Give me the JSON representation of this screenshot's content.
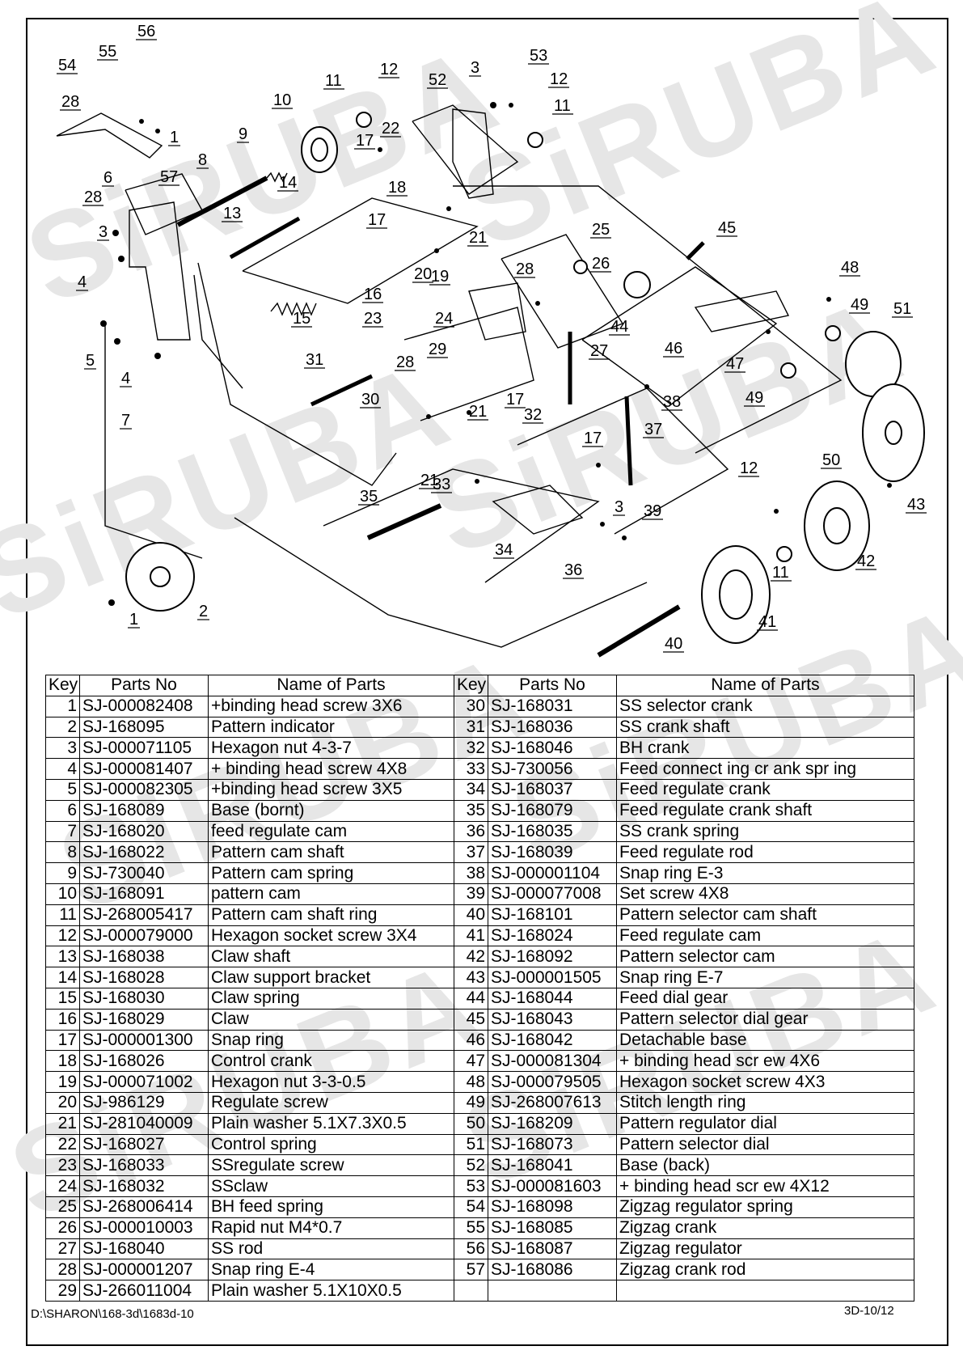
{
  "brand_watermark": "SiRUBA",
  "callouts": [
    "56",
    "54",
    "55",
    "28",
    "1",
    "57",
    "12",
    "11",
    "10",
    "9",
    "8",
    "17",
    "22",
    "3",
    "53",
    "52",
    "12",
    "11",
    "6",
    "28",
    "3",
    "14",
    "13",
    "18",
    "17",
    "21",
    "25",
    "26",
    "45",
    "48",
    "49",
    "51",
    "19",
    "20",
    "16",
    "15",
    "23",
    "24",
    "28",
    "4",
    "5",
    "4",
    "7",
    "44",
    "27",
    "46",
    "47",
    "49",
    "31",
    "28",
    "29",
    "30",
    "17",
    "21",
    "32",
    "38",
    "37",
    "50",
    "35",
    "21",
    "33",
    "17",
    "12",
    "43",
    "3",
    "39",
    "34",
    "36",
    "11",
    "42",
    "2",
    "1",
    "41",
    "40"
  ],
  "table": {
    "headers": [
      "Key",
      "Parts No",
      "Name of Parts",
      "Key",
      "Parts No",
      "Name of Parts"
    ],
    "rows": [
      {
        "lk": "1",
        "lp": "SJ-000082408",
        "ln": "+binding head screw 3X6",
        "rk": "30",
        "rp": "SJ-168031",
        "rn": "SS selector crank"
      },
      {
        "lk": "2",
        "lp": "SJ-168095",
        "ln": "Pattern indicator",
        "rk": "31",
        "rp": "SJ-168036",
        "rn": "SS crank shaft"
      },
      {
        "lk": "3",
        "lp": "SJ-000071105",
        "ln": "Hexagon nut 4-3-7",
        "rk": "32",
        "rp": "SJ-168046",
        "rn": "BH crank"
      },
      {
        "lk": "4",
        "lp": "SJ-000081407",
        "ln": "+ binding head screw 4X8",
        "rk": "33",
        "rp": "SJ-730056",
        "rn": "Feed connect ing cr ank spr ing"
      },
      {
        "lk": "5",
        "lp": "SJ-000082305",
        "ln": "+binding head screw 3X5",
        "rk": "34",
        "rp": "SJ-168037",
        "rn": "Feed regulate crank"
      },
      {
        "lk": "6",
        "lp": "SJ-168089",
        "ln": "Base (bornt)",
        "rk": "35",
        "rp": "SJ-168079",
        "rn": "Feed regulate crank shaft"
      },
      {
        "lk": "7",
        "lp": "SJ-168020",
        "ln": "feed regulate cam",
        "rk": "36",
        "rp": "SJ-168035",
        "rn": "SS crank spring"
      },
      {
        "lk": "8",
        "lp": "SJ-168022",
        "ln": "Pattern cam shaft",
        "rk": "37",
        "rp": "SJ-168039",
        "rn": "Feed regulate rod"
      },
      {
        "lk": "9",
        "lp": "SJ-730040",
        "ln": "Pattern cam spring",
        "rk": "38",
        "rp": "SJ-000001104",
        "rn": "Snap ring E-3"
      },
      {
        "lk": "10",
        "lp": "SJ-168091",
        "ln": "pattern cam",
        "rk": "39",
        "rp": "SJ-000077008",
        "rn": "Set screw 4X8"
      },
      {
        "lk": "11",
        "lp": "SJ-268005417",
        "ln": "Pattern cam shaft ring",
        "rk": "40",
        "rp": "SJ-168101",
        "rn": "Pattern selector cam shaft"
      },
      {
        "lk": "12",
        "lp": "SJ-000079000",
        "ln": "Hexagon socket screw 3X4",
        "rk": "41",
        "rp": "SJ-168024",
        "rn": "Feed regulate cam"
      },
      {
        "lk": "13",
        "lp": "SJ-168038",
        "ln": "Claw shaft",
        "rk": "42",
        "rp": "SJ-168092",
        "rn": "Pattern selector cam"
      },
      {
        "lk": "14",
        "lp": "SJ-168028",
        "ln": "Claw support bracket",
        "rk": "43",
        "rp": "SJ-000001505",
        "rn": "Snap ring E-7"
      },
      {
        "lk": "15",
        "lp": "SJ-168030",
        "ln": "Claw spring",
        "rk": "44",
        "rp": "SJ-168044",
        "rn": "Feed dial gear"
      },
      {
        "lk": "16",
        "lp": "SJ-168029",
        "ln": "Claw",
        "rk": "45",
        "rp": "SJ-168043",
        "rn": "Pattern selector dial gear"
      },
      {
        "lk": "17",
        "lp": "SJ-000001300",
        "ln": "Snap ring",
        "rk": "46",
        "rp": "SJ-168042",
        "rn": "Detachable base"
      },
      {
        "lk": "18",
        "lp": "SJ-168026",
        "ln": "Control crank",
        "rk": "47",
        "rp": "SJ-000081304",
        "rn": "+ binding head scr ew 4X6"
      },
      {
        "lk": "19",
        "lp": "SJ-000071002",
        "ln": "Hexagon nut 3-3-0.5",
        "rk": "48",
        "rp": "SJ-000079505",
        "rn": "Hexagon socket screw 4X3"
      },
      {
        "lk": "20",
        "lp": "SJ-986129",
        "ln": "Regulate screw",
        "rk": "49",
        "rp": "SJ-268007613",
        "rn": "Stitch length ring"
      },
      {
        "lk": "21",
        "lp": "SJ-281040009",
        "ln": "Plain washer 5.1X7.3X0.5",
        "rk": "50",
        "rp": "SJ-168209",
        "rn": "Pattern regulator dial"
      },
      {
        "lk": "22",
        "lp": "SJ-168027",
        "ln": "Control spring",
        "rk": "51",
        "rp": "SJ-168073",
        "rn": "Pattern selector dial"
      },
      {
        "lk": "23",
        "lp": "SJ-168033",
        "ln": "SSregulate screw",
        "rk": "52",
        "rp": "SJ-168041",
        "rn": "Base  (back)"
      },
      {
        "lk": "24",
        "lp": "SJ-168032",
        "ln": "SSclaw",
        "rk": "53",
        "rp": "SJ-000081603",
        "rn": "+ binding  head  scr ew 4X12"
      },
      {
        "lk": "25",
        "lp": "SJ-268006414",
        "ln": "BH feed spring",
        "rk": "54",
        "rp": "SJ-168098",
        "rn": "Zigzag regulator spring"
      },
      {
        "lk": "26",
        "lp": "SJ-000010003",
        "ln": "Rapid nut M4*0.7",
        "rk": "55",
        "rp": "SJ-168085",
        "rn": "Zigzag crank"
      },
      {
        "lk": "27",
        "lp": "SJ-168040",
        "ln": "SS rod",
        "rk": "56",
        "rp": "SJ-168087",
        "rn": "Zigzag regulator"
      },
      {
        "lk": "28",
        "lp": "SJ-000001207",
        "ln": "Snap ring E-4",
        "rk": "57",
        "rp": "SJ-168086",
        "rn": "Zigzag crank rod"
      },
      {
        "lk": "29",
        "lp": "SJ-266011004",
        "ln": "Plain washer 5.1X10X0.5",
        "rk": "",
        "rp": "",
        "rn": ""
      }
    ]
  },
  "footer": {
    "path": "D:\\SHARON\\168-3d\\1683d-10",
    "page": "3D-10/12"
  }
}
